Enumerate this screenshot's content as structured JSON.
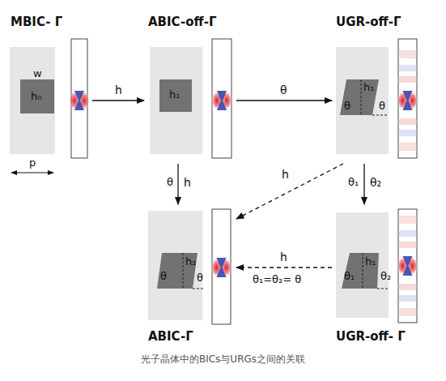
{
  "diagram": {
    "caption": "光子晶体中的BICs与URGs之间的关联",
    "nodes": [
      {
        "text": [
          "MBIC- Γ"
        ]
      },
      {
        "text": [
          "ABIC-off-Γ"
        ]
      },
      {
        "text": [
          "UGR-off-Γ"
        ]
      },
      {
        "text": [
          "ABIC-Γ"
        ]
      },
      {
        "text": [
          "UGR-off- Γ"
        ]
      }
    ],
    "edges": [
      {
        "from": 0,
        "to": 1,
        "label": "h",
        "arrow": "to"
      },
      {
        "from": 1,
        "to": 2,
        "label": "θ",
        "arrow": "to"
      },
      {
        "from": 1,
        "to": 3,
        "label": "h",
        "arrow": "to"
      },
      {
        "from": 2,
        "to": 3,
        "label": "h",
        "arrow": "to"
      },
      {
        "from": 2,
        "to": 4,
        "label": "θ₂",
        "arrow": "to"
      },
      {
        "from": 4,
        "to": 3,
        "label": "h",
        "arrow": "to"
      }
    ],
    "labels": [
      "w",
      "h₀",
      "p",
      "h₁",
      "θ",
      "h₁",
      "θ",
      "θ",
      "θ",
      "h₂",
      "θ",
      "θ₁",
      "h₁",
      "θ₂",
      "θ₁",
      "θ₁=θ₂= θ"
    ]
  }
}
